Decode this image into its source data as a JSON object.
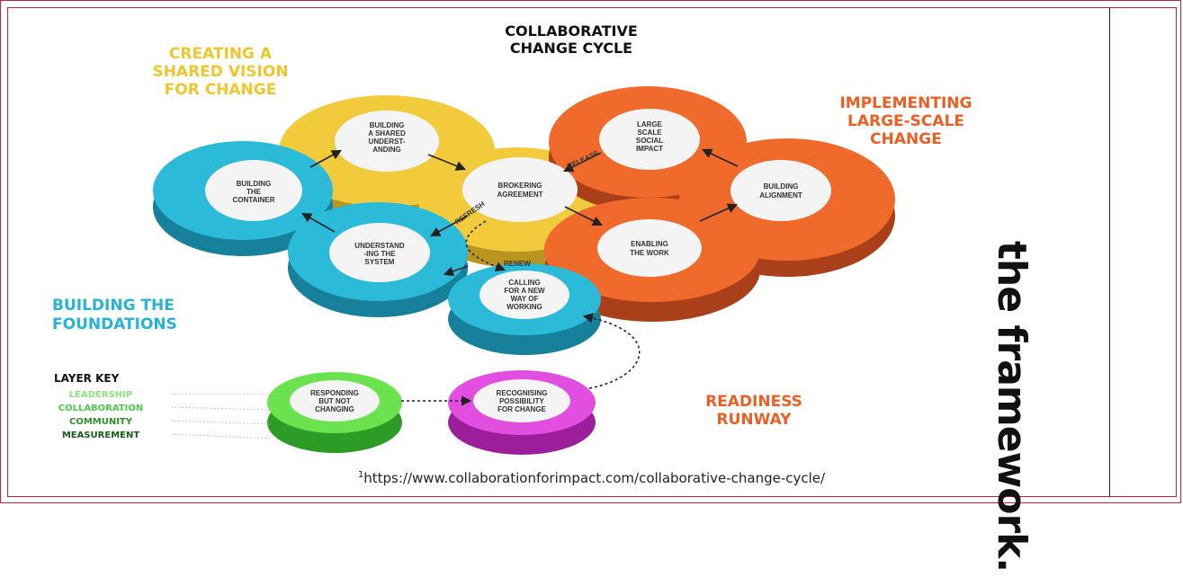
{
  "diagram": {
    "title_line1": "COLLABORATIVE",
    "title_line2": "CHANGE CYCLE",
    "phases": {
      "shared_vision": [
        "CREATING A",
        "SHARED VISION",
        "FOR CHANGE"
      ],
      "large_scale": [
        "IMPLEMENTING",
        "LARGE-SCALE",
        "CHANGE"
      ],
      "foundations": [
        "BUILDING THE",
        "FOUNDATIONS"
      ],
      "readiness": [
        "READINESS",
        "RUNWAY"
      ]
    },
    "nodes": {
      "shared_understanding": [
        "BUILDING",
        "A SHARED",
        "UNDERST-",
        "ANDING"
      ],
      "container": [
        "BUILDING",
        "THE",
        "CONTAINER"
      ],
      "understanding_system": [
        "UNDERSTAND",
        "-ING THE",
        "SYSTEM"
      ],
      "brokering": [
        "BROKERING",
        "AGREEMENT"
      ],
      "social_impact": [
        "LARGE",
        "SCALE",
        "SOCIAL",
        "IMPACT"
      ],
      "alignment": [
        "BUILDING",
        "ALIGNMENT"
      ],
      "enabling": [
        "ENABLING",
        "THE WORK"
      ],
      "calling": [
        "CALLING",
        "FOR A NEW",
        "WAY OF",
        "WORKING"
      ],
      "responding": [
        "RESPONDING",
        "BUT NOT",
        "CHANGING"
      ],
      "recognising": [
        "RECOGNISING",
        "POSSIBILITY",
        "FOR CHANGE"
      ]
    },
    "small_labels": {
      "release": "RELEASE",
      "refresh": "REFRESH",
      "renew": "RENEW"
    },
    "layer_key": {
      "title": "LAYER KEY",
      "items": [
        "LEADERSHIP",
        "COLLABORATION",
        "COMMUNITY",
        "MEASUREMENT"
      ]
    }
  },
  "side_title": "the framework.",
  "footnote": {
    "marker": "1",
    "url": "https://www.collaborationforimpact.com/collaborative-change-cycle/"
  },
  "colors": {
    "yellow": "#f2cb3c",
    "orange": "#ef6a2b",
    "teal": "#2bbad8",
    "green": "#6be34f",
    "magenta": "#e24fe0",
    "phase_yellow": "#efc72d",
    "phase_orange": "#ea5f24",
    "phase_teal": "#27b3d3",
    "frame_red": "#c0203a"
  }
}
